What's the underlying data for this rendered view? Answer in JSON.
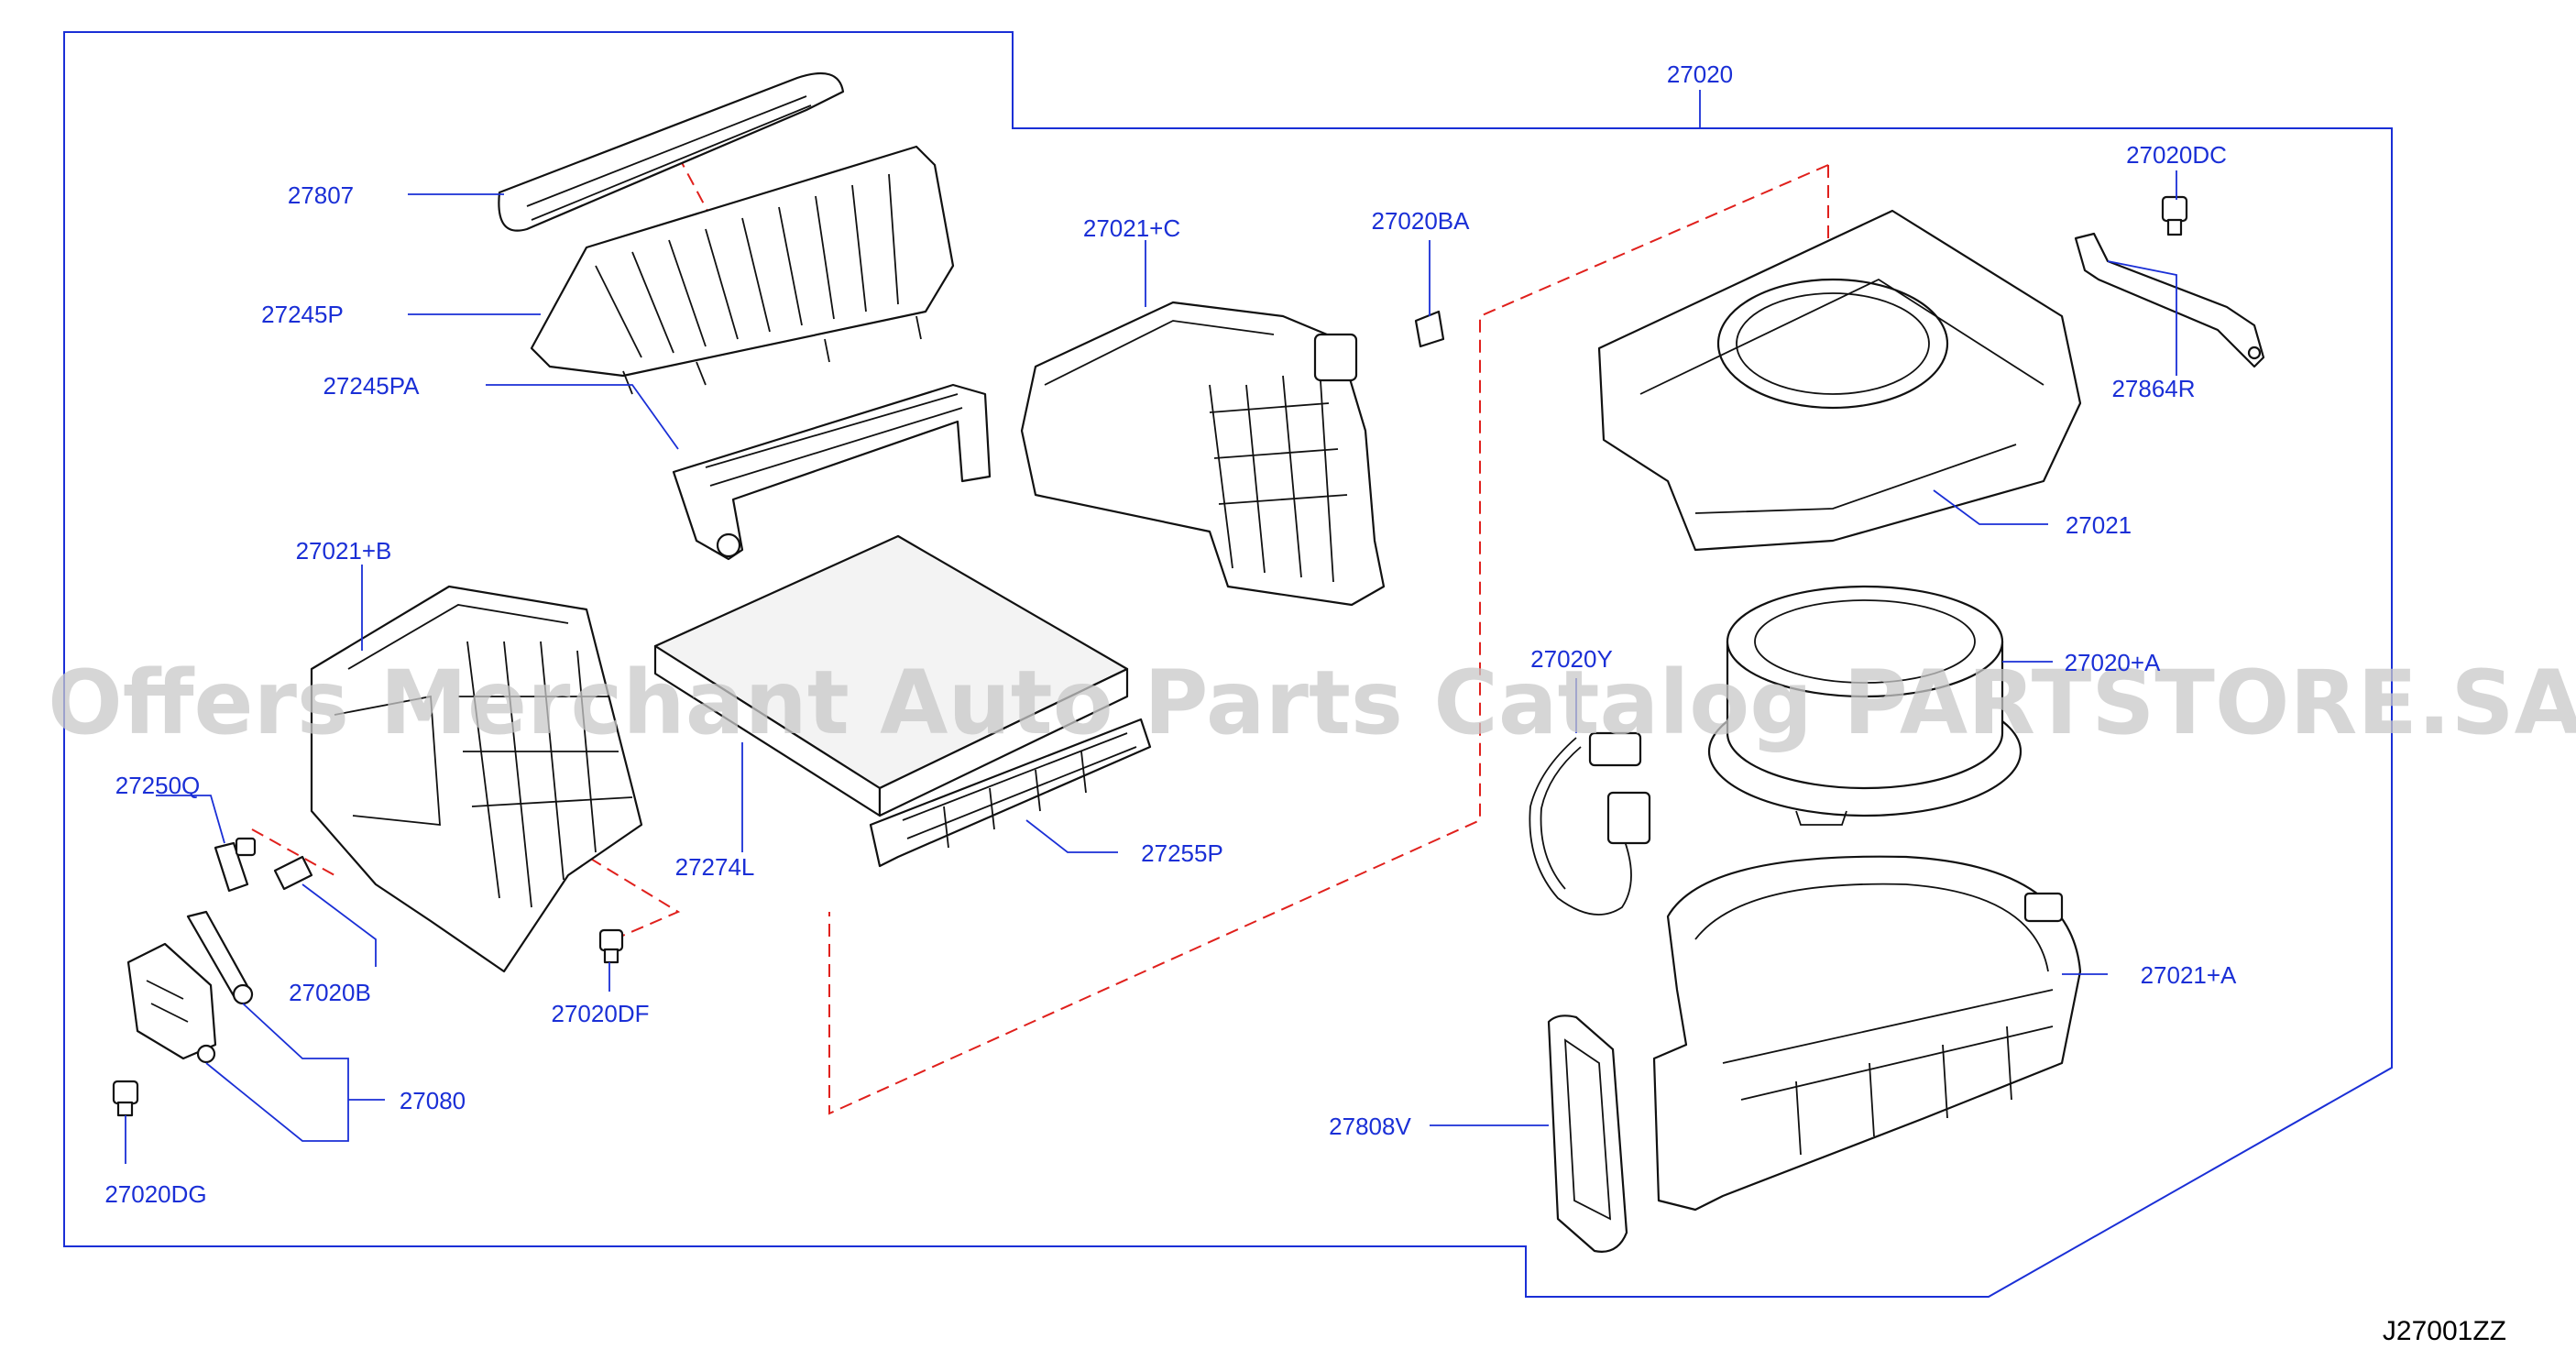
{
  "diagram": {
    "assembly_label": "27020",
    "drawing_code": "J27001ZZ",
    "watermark": "Offers Merchant Auto Parts Catalog PARTSTORE.SA",
    "colors": {
      "callout": "#1a2fd6",
      "dashed_guide": "#e0201c",
      "part_outline": "#111111",
      "watermark": "#c8c8c8"
    },
    "callouts": {
      "p27807": "27807",
      "p27245P": "27245P",
      "p27245PA": "27245PA",
      "p27021C": "27021+C",
      "p27020BA": "27020BA",
      "p27020DC": "27020DC",
      "p27864R": "27864R",
      "p27021": "27021",
      "p27021B": "27021+B",
      "p27250Q": "27250Q",
      "p27274L": "27274L",
      "p27255P": "27255P",
      "p27020Y": "27020Y",
      "p27020A": "27020+A",
      "p27020B": "27020B",
      "p27020DF": "27020DF",
      "p27080": "27080",
      "p27021A": "27021+A",
      "p27808V": "27808V",
      "p27020DG": "27020DG"
    }
  }
}
